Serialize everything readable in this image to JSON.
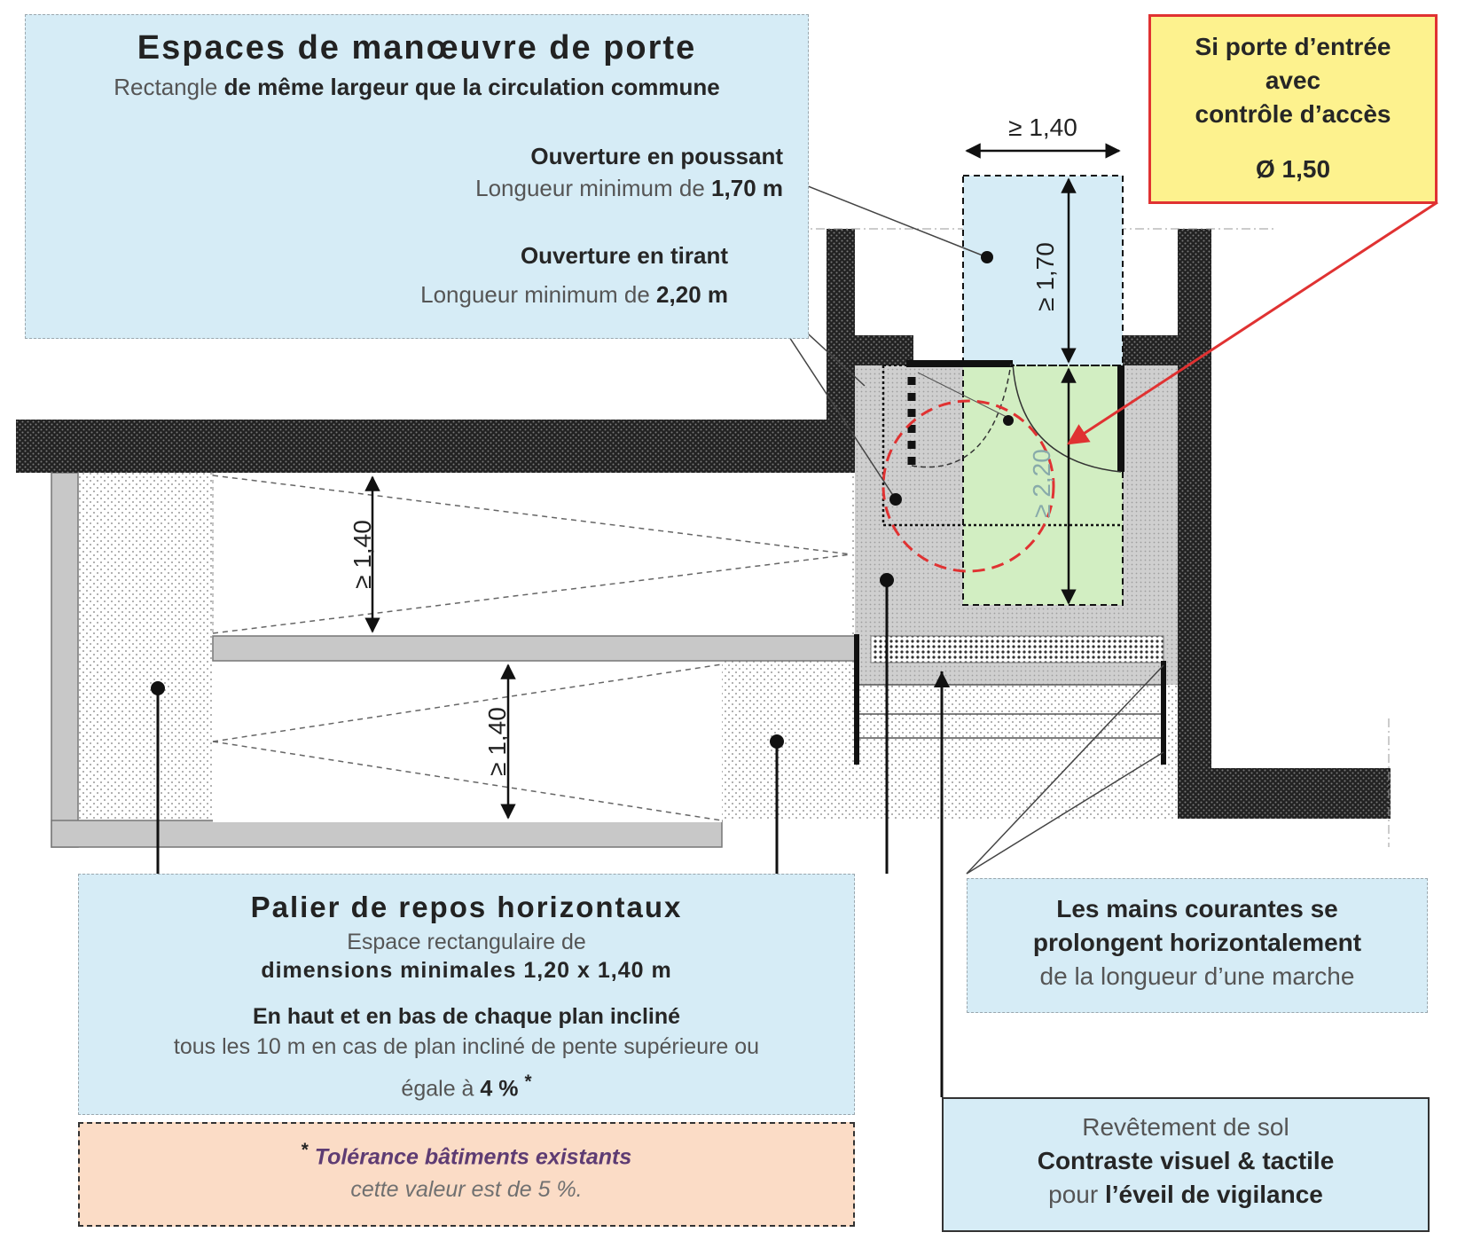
{
  "door_box": {
    "title": "Espaces de manœuvre de porte",
    "subtitle_a": "Rectangle",
    "subtitle_b": "de même largeur que la circulation commune",
    "push_title": "Ouverture en poussant",
    "push_text": "Longueur minimum de",
    "push_value": "1,70 m",
    "pull_title": "Ouverture en tirant",
    "pull_text": "Longueur minimum de",
    "pull_value": "2,20 m"
  },
  "access_box": {
    "line1": "Si porte d’entrée",
    "line2": "avec",
    "line3": "contrôle d’accès",
    "diameter": "Ø 1,50",
    "border_color": "#e03232",
    "bg_color": "#fdf28e"
  },
  "dims": {
    "top_width": "≥ 1,40",
    "push_length": "≥ 1,70",
    "pull_length": "≥ 2,20",
    "ramp_upper": "≥ 1,40",
    "ramp_lower": "≥ 1,40"
  },
  "landing_box": {
    "title": "Palier de repos horizontaux",
    "l1": "Espace rectangulaire de",
    "l2": "dimensions minimales 1,20 x 1,40 m",
    "l3": "En haut et en bas de chaque plan incliné",
    "l4": "tous les 10 m en cas de plan incliné de pente supérieure ou",
    "l5a": "égale à",
    "l5b": "4 %",
    "l5c": "*"
  },
  "tolerance_box": {
    "star": "*",
    "title": "Tolérance bâtiments  existants",
    "text": "cette valeur est de 5 %."
  },
  "handrail_box": {
    "l1": "Les mains courantes se",
    "l2": "prolongent horizontalement",
    "l3": "de la longueur d’une marche"
  },
  "floor_box": {
    "l1": "Revêtement de sol",
    "l2": "Contraste visuel & tactile",
    "l3a": "pour",
    "l3b": "l’éveil de vigilance"
  }
}
